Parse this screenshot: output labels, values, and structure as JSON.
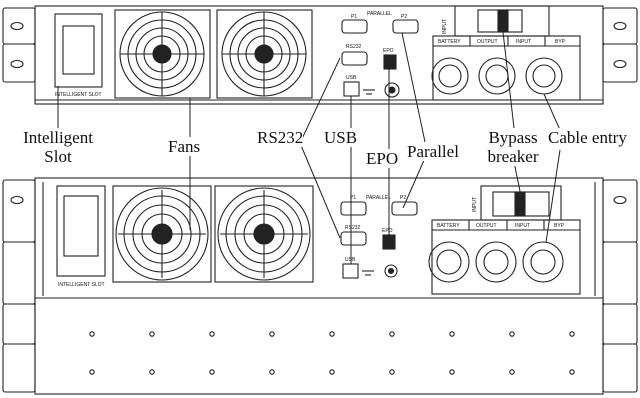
{
  "callouts": {
    "intelligent_slot": "Intelligent Slot",
    "fans": "Fans",
    "rs232": "RS232",
    "usb": "USB",
    "epo": "EPO",
    "parallel": "Parallel",
    "bypass_breaker": "Bypass breaker",
    "cable_entry": "Cable entry"
  },
  "panel_labels": {
    "intelligent_slot": "INTELLIGENT SLOT",
    "parallel": "PARALLEL",
    "p1": "P1",
    "p2": "P2",
    "rs232": "RS232",
    "epo": "EPO",
    "usb": "USB",
    "input": "INPUT",
    "battery": "BATTERY",
    "output": "OUTPUT",
    "input_terminal": "INPUT",
    "bypass_terminal": "BYP"
  }
}
